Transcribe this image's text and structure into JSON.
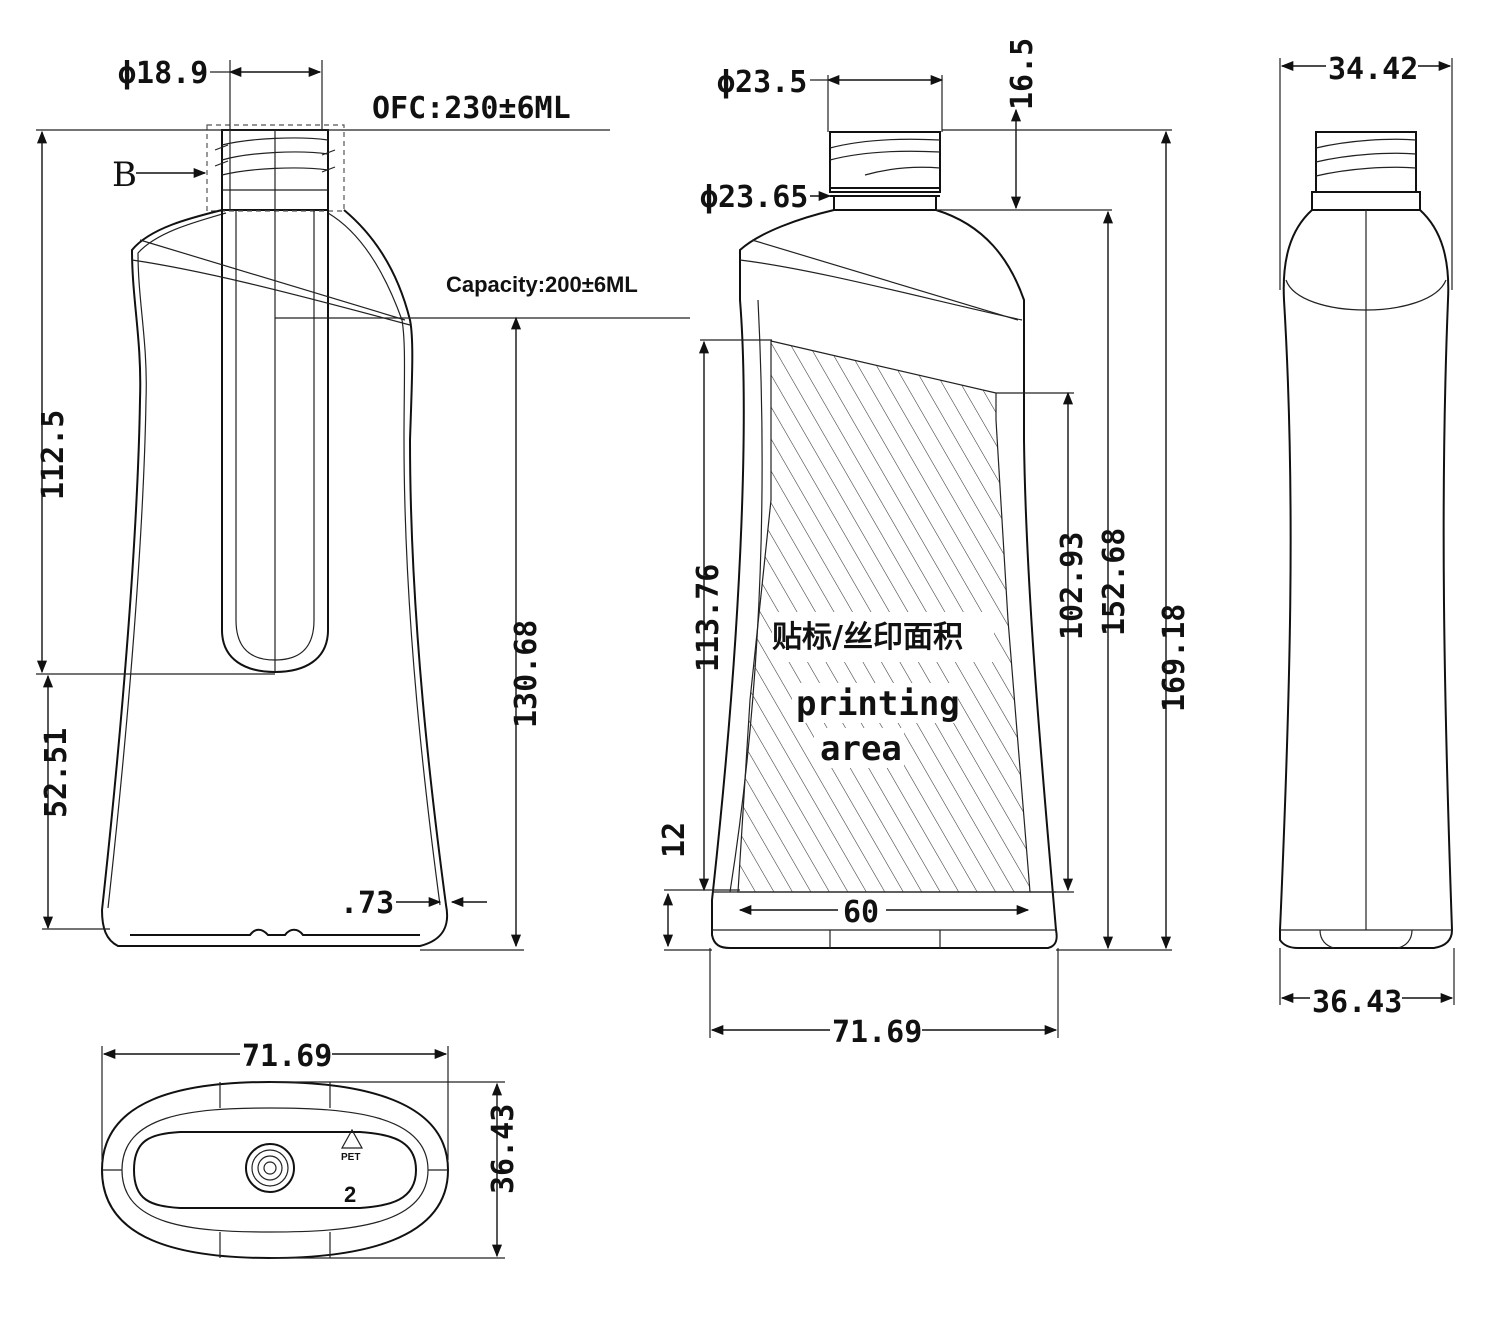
{
  "labels": {
    "neck_diameter": "ϕ18.9",
    "ofc": "OFC:230±6ML",
    "detail_marker": "B",
    "capacity": "Capacity:200±6ML",
    "height_112": "112.5",
    "height_52": "52.51",
    "height_130": "130.68",
    "wall": ".73",
    "cap_diameter": "ϕ23.5",
    "neck_ring_diameter": "ϕ23.65",
    "finish_height": "16.5",
    "print_height_left": "113.76",
    "print_height_right": "102.93",
    "body_height": "152.68",
    "total_height": "169.18",
    "bottom_offset": "12",
    "print_width": "60",
    "front_width": "71.69",
    "print_area_cn": "贴标/丝印面积",
    "print_area_en_1": "printing",
    "print_area_en_2": "area",
    "side_top_width": "34.42",
    "side_bottom_width": "36.43",
    "bottom_width": "71.69",
    "bottom_depth": "36.43",
    "recycle_code": "PET",
    "mold_number": "2"
  }
}
